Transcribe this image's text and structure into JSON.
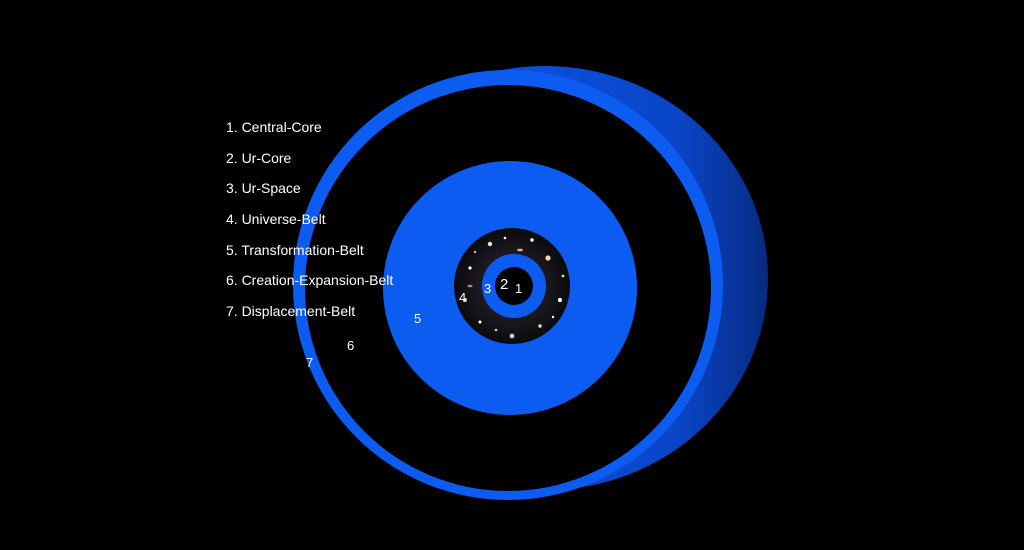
{
  "legend": [
    "1. Central-Core",
    "2. Ur-Core",
    "3. Ur-Space",
    "4. Universe-Belt",
    "5. Transformation-Belt",
    "6. Creation-Expansion-Belt",
    "7. Displacement-Belt"
  ],
  "zone_labels": {
    "central_core": "1",
    "ur_core": "2",
    "ur_space": "3",
    "universe_belt": "4",
    "transformation_belt": "5",
    "creation_expansion_belt": "6",
    "displacement_belt": "7"
  },
  "colors": {
    "background": "#000000",
    "ring_blue": "#0d5cf2",
    "shadow_blue": "#0a3fbf",
    "text": "#ffffff"
  },
  "icons": [
    "starfield-image"
  ]
}
